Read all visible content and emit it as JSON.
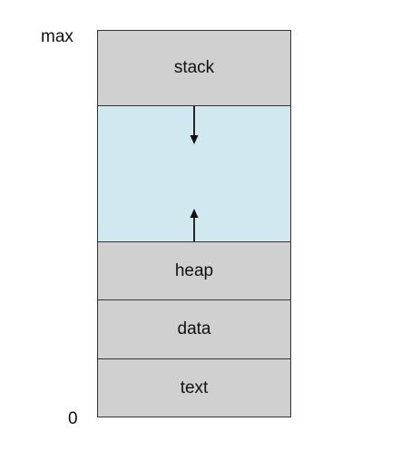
{
  "axis": {
    "top_label": "max",
    "bottom_label": "0"
  },
  "segments": {
    "stack": "stack",
    "free": "",
    "heap": "heap",
    "data": "data",
    "text": "text"
  },
  "colors": {
    "segment_fill": "#d0d0d0",
    "free_fill": "#d2e8f1",
    "border": "#333333"
  },
  "arrows": {
    "stack_growth": "down",
    "heap_growth": "up"
  }
}
